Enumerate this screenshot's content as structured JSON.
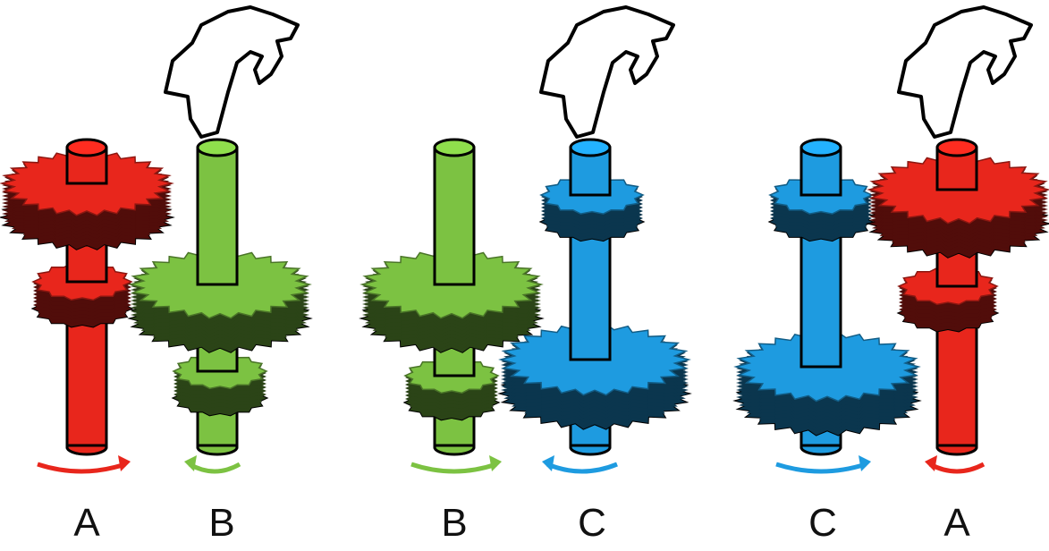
{
  "colors": {
    "red": "#e8261c",
    "green": "#7cc242",
    "blue": "#1e9be0",
    "outline": "#000000"
  },
  "labels": [
    "A",
    "B",
    "B",
    "C",
    "C",
    "A"
  ],
  "assemblies": [
    {
      "label": "A",
      "color": "red",
      "arrow": "right"
    },
    {
      "label": "B",
      "color": "green",
      "arrow": "left",
      "held": true
    },
    {
      "label": "B",
      "color": "green",
      "arrow": "right"
    },
    {
      "label": "C",
      "color": "blue",
      "arrow": "left",
      "held": true
    },
    {
      "label": "C",
      "color": "blue",
      "arrow": "right"
    },
    {
      "label": "A",
      "color": "red",
      "arrow": "left",
      "held": true
    }
  ]
}
